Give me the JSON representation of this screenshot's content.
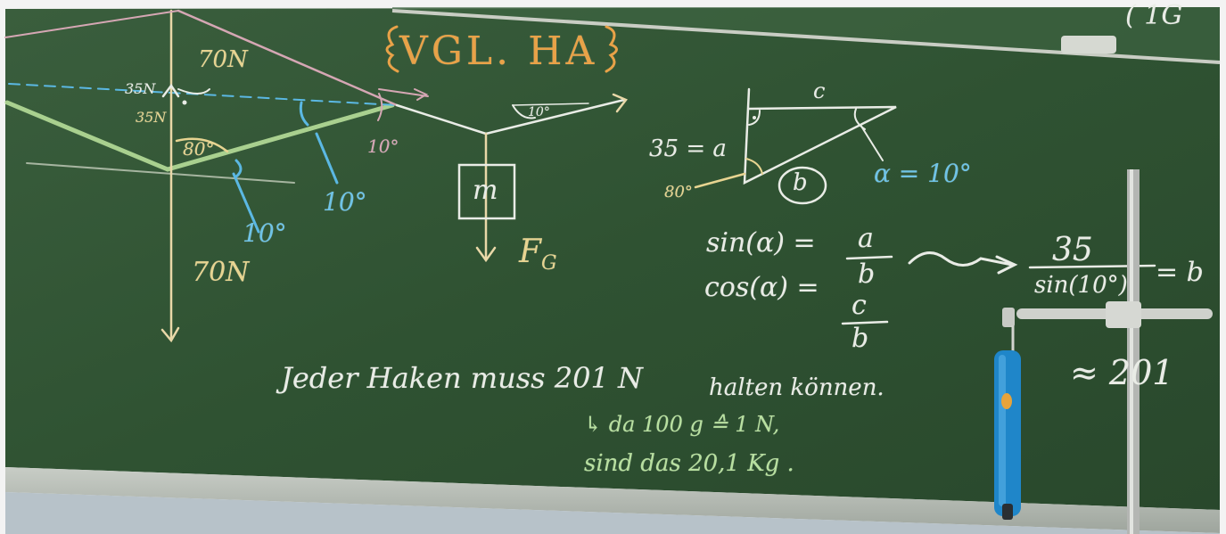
{
  "board": {
    "title": "VGL. HA",
    "top_right_fragment": "( 1G",
    "left_diagram": {
      "force_top": "70N",
      "force_bottom": "70N",
      "half_force_horizontal": "35N",
      "half_force_vertical": "35N",
      "angle_80": "80°",
      "angle_10_a": "10°",
      "angle_10_b": "10°",
      "angle_10_pink": "10°"
    },
    "mass_diagram": {
      "mass_label": "m",
      "angle_label": "10°",
      "weight_force": "F",
      "weight_subscript": "G"
    },
    "triangle": {
      "side_c": "c",
      "side_a": "35 = a",
      "side_b": "b",
      "angle_alpha": "α = 10°",
      "angle_80": "80°"
    },
    "formulas": {
      "sin_lhs": "sin(α) =",
      "sin_num": "a",
      "sin_den": "b",
      "cos_lhs": "cos(α) =",
      "cos_num": "c",
      "cos_den": "b",
      "arrow": "⇝",
      "result_num": "35",
      "result_den": "sin(10°)",
      "result_eq": "= b",
      "approx": "≈ 201"
    },
    "sentence": {
      "line1": "Jeder Haken muss 201 N",
      "line1b": "halten können.",
      "line2": "↳ da 100 g ≙ 1 N,",
      "line3": "sind das 20,1 Kg ."
    }
  },
  "colors": {
    "board": "#2f5232",
    "chalk_white": "#e9ece6",
    "chalk_yellow": "#e7d491",
    "chalk_blue": "#6fc3e6",
    "chalk_orange": "#e8a248",
    "chalk_green": "#b8e0a0"
  }
}
